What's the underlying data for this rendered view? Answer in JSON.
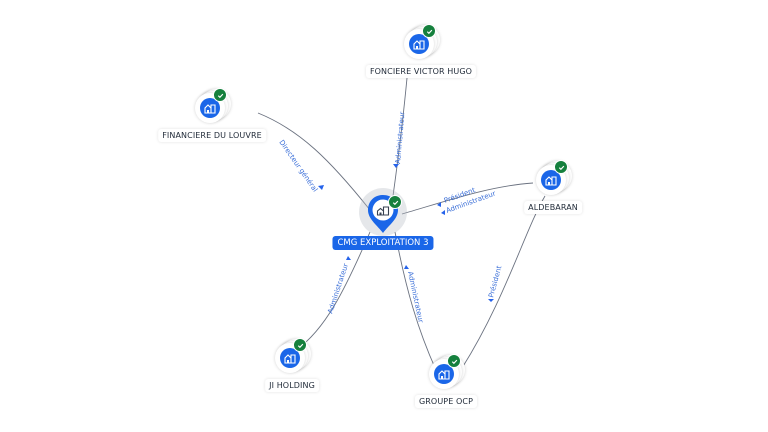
{
  "graph": {
    "colors": {
      "node_fill": "#1a66e8",
      "check_badge": "#15803d",
      "edge_line": "#6b7280",
      "edge_label": "#3b6fd8",
      "main_label_bg": "#1a66e8"
    },
    "main_node": {
      "label": "CMG EXPLOITATION 3",
      "icon": "building-icon",
      "status": "verified"
    },
    "nodes": [
      {
        "id": "fvh",
        "label": "FONCIERE VICTOR HUGO",
        "icon": "building-icon",
        "status": "verified"
      },
      {
        "id": "fdl",
        "label": "FINANCIERE DU LOUVRE",
        "icon": "building-icon",
        "status": "verified"
      },
      {
        "id": "ald",
        "label": "ALDEBARAN",
        "icon": "building-icon",
        "status": "verified"
      },
      {
        "id": "jih",
        "label": "JI HOLDING",
        "icon": "building-icon",
        "status": "verified"
      },
      {
        "id": "ocp",
        "label": "GROUPE OCP",
        "icon": "building-icon",
        "status": "verified"
      }
    ],
    "edges": [
      {
        "from": "fvh",
        "to": "main",
        "label": "Administrateur"
      },
      {
        "from": "fdl",
        "to": "main",
        "label": "Directeur général"
      },
      {
        "from": "ald",
        "to": "main",
        "label": "Président"
      },
      {
        "from": "ald",
        "to": "main",
        "label": "Administrateur"
      },
      {
        "from": "jih",
        "to": "main",
        "label": "Administrateur"
      },
      {
        "from": "ocp",
        "to": "main",
        "label": "Administrateur"
      },
      {
        "from": "ald",
        "to": "ocp",
        "label": "Président"
      }
    ]
  }
}
